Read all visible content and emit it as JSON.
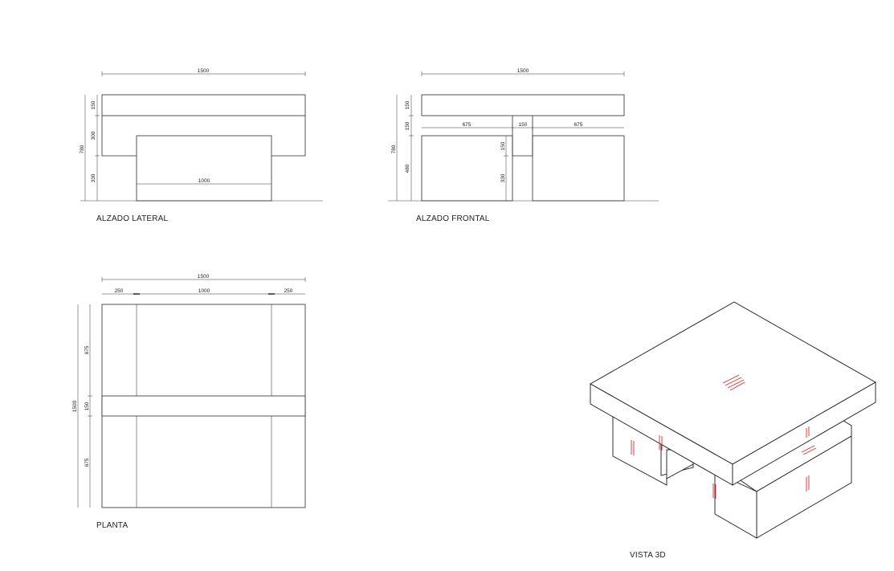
{
  "views": {
    "lateral": {
      "title": "ALZADO LATERAL",
      "dims": {
        "width": "1500",
        "top_h": "150",
        "mid_h": "300",
        "low_h": "330",
        "total_h": "780",
        "inner_w": "1000"
      }
    },
    "frontal": {
      "title": "ALZADO FRONTAL",
      "dims": {
        "width": "1500",
        "top_h": "150",
        "gap_h": "150",
        "leg_h": "480",
        "total_h": "780",
        "left_w": "675",
        "gap_w": "150",
        "right_w": "675",
        "notch_h": "150",
        "low_h": "330"
      }
    },
    "planta": {
      "title": "PLANTA",
      "dims": {
        "width": "1500",
        "left_w": "250",
        "mid_w": "1000",
        "right_w": "250",
        "depth": "1500",
        "top_d": "675",
        "band_d": "150",
        "bottom_d": "675"
      }
    },
    "vista3d": {
      "title": "VISTA 3D"
    }
  },
  "colors": {
    "line": "#2a2a2a",
    "accent": "#e8262a",
    "background": "#ffffff"
  }
}
